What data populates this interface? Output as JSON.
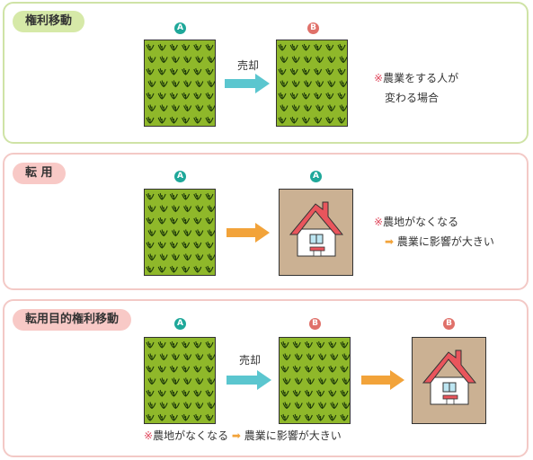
{
  "sections": [
    {
      "title": "権利移動",
      "from_marker": "A",
      "to_marker": "B",
      "arrow_label": "売却",
      "note_mark": "※",
      "note_lines": [
        "農業をする人が",
        "変わる場合"
      ]
    },
    {
      "title": "転  用",
      "from_marker": "A",
      "to_marker": "A",
      "note_mark": "※",
      "note_line1": "農地がなくなる",
      "note_arrow": "➡",
      "note_line2": "農業に影響が大きい"
    },
    {
      "title": "転用目的権利移動",
      "from_marker": "A",
      "mid_marker": "B",
      "to_marker": "B",
      "arrow_label": "売却",
      "note_mark": "※",
      "note_part1": "農地がなくなる",
      "note_arrow": "➡",
      "note_part2": "農業に影響が大きい"
    }
  ],
  "colors": {
    "field_green": "#8fb82a",
    "arrow_cyan": "#5bc6cf",
    "arrow_orange": "#f2a33a",
    "roof_red": "#e9555c",
    "ground_tan": "#cbb193",
    "marker_a": "#1fa89a",
    "marker_b": "#e0716a"
  },
  "icons": [
    "crop-field",
    "house-icon",
    "right-arrow"
  ]
}
